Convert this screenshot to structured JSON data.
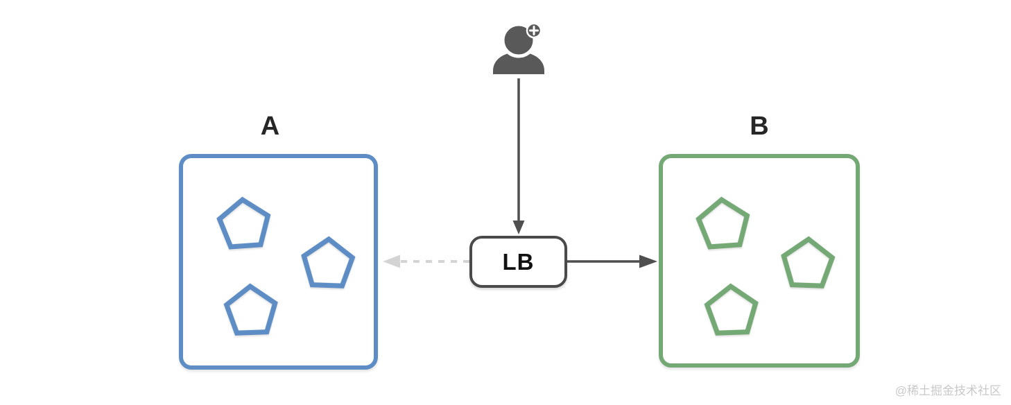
{
  "diagram": {
    "actor": {
      "icon": "user-plus-icon",
      "color": "#595959"
    },
    "load_balancer": {
      "label": "LB",
      "border_color": "#4a4a4a"
    },
    "groups": [
      {
        "id": "A",
        "label": "A",
        "accent_color": "#5d8dc4",
        "pentagon_count": 3
      },
      {
        "id": "B",
        "label": "B",
        "accent_color": "#74a874",
        "pentagon_count": 3
      }
    ],
    "connections": [
      {
        "from": "user",
        "to": "LB",
        "style": "solid",
        "direction": "down",
        "color": "#4f4f4f"
      },
      {
        "from": "LB",
        "to": "A",
        "style": "dashed",
        "direction": "left",
        "color": "#d4d4d4"
      },
      {
        "from": "LB",
        "to": "B",
        "style": "solid",
        "direction": "right",
        "color": "#4f4f4f"
      }
    ]
  },
  "watermark": "@稀土掘金技术社区"
}
